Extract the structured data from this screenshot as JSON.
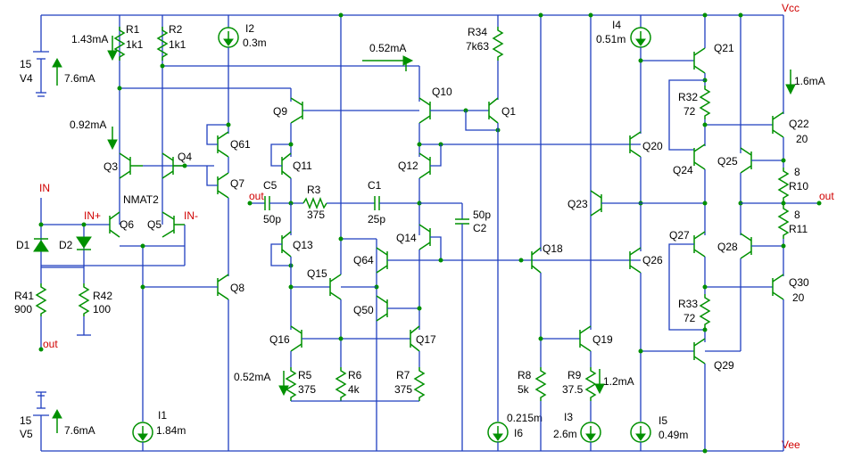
{
  "rails": {
    "vcc": "Vcc",
    "vee": "Vee"
  },
  "sources": {
    "v4": {
      "name": "V4",
      "value": "15",
      "current": "7.6mA"
    },
    "v5": {
      "name": "V5",
      "value": "15",
      "current": "7.6mA"
    },
    "i1": {
      "name": "I1",
      "value": "1.84m"
    },
    "i2": {
      "name": "I2",
      "value": "0.3m"
    },
    "i3": {
      "name": "I3",
      "value": "2.6m"
    },
    "i4": {
      "name": "I4",
      "value": "0.51m"
    },
    "i5": {
      "name": "I5",
      "value": "0.49m"
    },
    "i6": {
      "name": "I6",
      "value": "0.215m"
    }
  },
  "currents": {
    "r1": "1.43mA",
    "q3": "0.92mA",
    "q10": "0.52mA",
    "r5": "0.52mA",
    "r9": "1.2mA",
    "q22": "1.6mA"
  },
  "resistors": {
    "r1": {
      "name": "R1",
      "value": "1k1"
    },
    "r2": {
      "name": "R2",
      "value": "1k1"
    },
    "r3": {
      "name": "R3",
      "value": "375"
    },
    "r5": {
      "name": "R5",
      "value": "375"
    },
    "r6": {
      "name": "R6",
      "value": "4k"
    },
    "r7": {
      "name": "R7",
      "value": "375"
    },
    "r8": {
      "name": "R8",
      "value": "5k"
    },
    "r9": {
      "name": "R9",
      "value": "37.5"
    },
    "r10": {
      "name": "R10",
      "value": "8"
    },
    "r11": {
      "name": "R11",
      "value": "8"
    },
    "r32": {
      "name": "R32",
      "value": "72"
    },
    "r33": {
      "name": "R33",
      "value": "72"
    },
    "r34": {
      "name": "R34",
      "value": "7k63"
    },
    "r41": {
      "name": "R41",
      "value": "900"
    },
    "r42": {
      "name": "R42",
      "value": "100"
    }
  },
  "capacitors": {
    "c1": {
      "name": "C1",
      "value": "25p"
    },
    "c2": {
      "name": "C2",
      "value": "50p"
    },
    "c5": {
      "name": "C5",
      "value": "50p"
    }
  },
  "diodes": {
    "d1": "D1",
    "d2": "D2"
  },
  "transistors": {
    "q1": "Q1",
    "q3": "Q3",
    "q4": "Q4",
    "q5": "Q5",
    "q6": "Q6",
    "q7": "Q7",
    "q8": "Q8",
    "q9": "Q9",
    "q10": "Q10",
    "q11": "Q11",
    "q12": "Q12",
    "q13": "Q13",
    "q14": "Q14",
    "q15": "Q15",
    "q16": "Q16",
    "q17": "Q17",
    "q18": "Q18",
    "q19": "Q19",
    "q20": "Q20",
    "q21": "Q21",
    "q22": "Q22",
    "q22_value": "20",
    "q23": "Q23",
    "q24": "Q24",
    "q25": "Q25",
    "q26": "Q26",
    "q27": "Q27",
    "q28": "Q28",
    "q29": "Q29",
    "q30": "Q30",
    "q30_value": "20",
    "q50": "Q50",
    "q61": "Q61",
    "q64": "Q64",
    "nmat": "NMAT2"
  },
  "pins": {
    "in": "IN",
    "in_plus": "IN+",
    "in_minus": "IN-",
    "out_left": "out",
    "out_bottom": "out",
    "out_right": "out",
    "out_c5": "out"
  }
}
